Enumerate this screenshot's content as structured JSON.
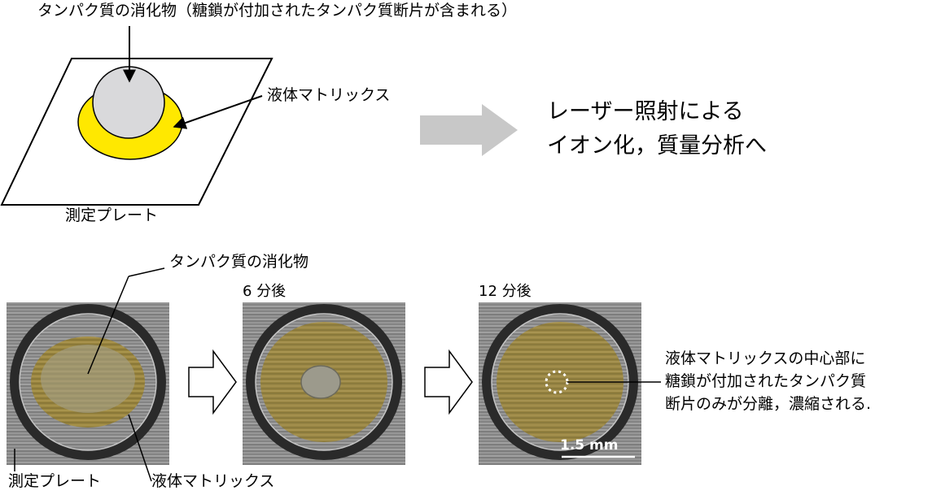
{
  "labels": {
    "digest_top": "タンパク質の消化物（糖鎖が付加されたタンパク質断片が含まれる）",
    "liquid_matrix_top": "液体マトリックス",
    "plate_top": "測定プレート",
    "laser_line1": "レーザー照射による",
    "laser_line2": "イオン化，質量分析へ",
    "digest_bottom": "タンパク質の消化物",
    "time_6": "6 分後",
    "time_12": "12 分後",
    "note_line1": "液体マトリックスの中心部に",
    "note_line2": "糖鎖が付加されたタンパク質",
    "note_line3": "断片のみが分離，濃縮される.",
    "plate_bottom": "測定プレート",
    "liquid_matrix_bottom": "液体マトリックス",
    "scale_bar": "1.5 mm"
  },
  "colors": {
    "matrix_yellow": "#ffe800",
    "digest_gray": "#d9d9db",
    "big_arrow": "#c8c8c8",
    "metal": "#8a8a8a",
    "matrix_olive": "#8f7a2a"
  }
}
